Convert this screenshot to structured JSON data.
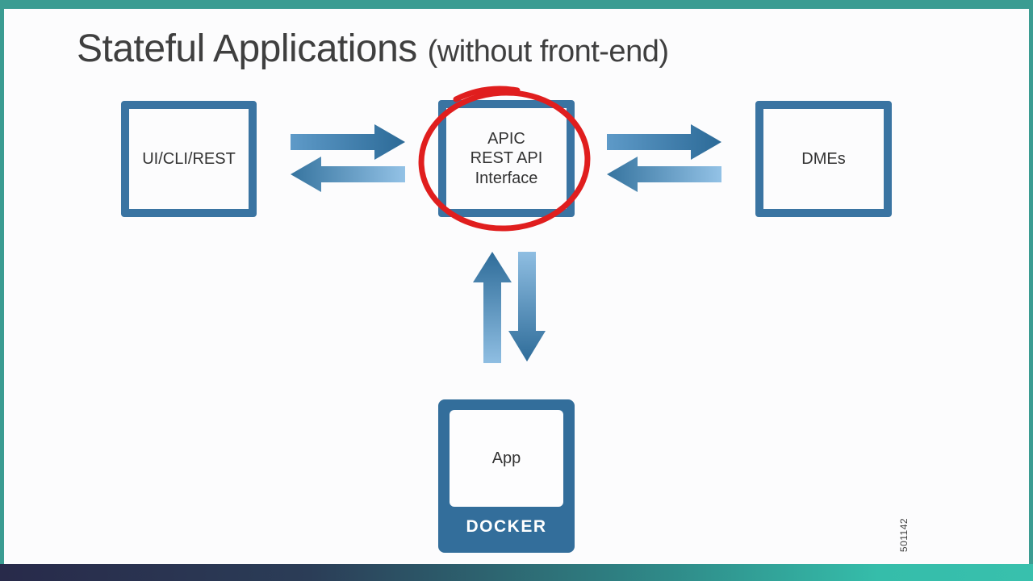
{
  "slide": {
    "title": "Stateful Applications",
    "subtitle": "(without front-end)",
    "figure_number": "501142"
  },
  "diagram": {
    "ui_box": {
      "label": "UI/CLI/REST"
    },
    "apic_box": {
      "lines": [
        "APIC",
        "REST API",
        "Interface"
      ]
    },
    "dmes_box": {
      "label": "DMEs"
    },
    "docker_box": {
      "app_label": "App",
      "platform_label": "DOCKER"
    },
    "annotation": {
      "shape": "hand-drawn red circle",
      "target": "APIC REST API Interface box"
    },
    "arrows": [
      {
        "between": "UI/CLI/REST and APIC REST API Interface",
        "type": "bidirectional-horizontal"
      },
      {
        "between": "APIC REST API Interface and DMEs",
        "type": "bidirectional-horizontal"
      },
      {
        "between": "APIC REST API Interface and DOCKER App",
        "type": "bidirectional-vertical"
      }
    ]
  },
  "colors": {
    "frame_teal": "#3B9C92",
    "footer_gradient_start": "#282A4A",
    "footer_gradient_end": "#38C0AD",
    "box_border_blue": "#3A74A2",
    "docker_fill": "#336E9B",
    "arrow_dark": "#2C6A97",
    "arrow_light": "#93C2E6",
    "annotation_red": "#E01E1E",
    "title_text": "#3F3F3F",
    "label_text": "#333333"
  }
}
